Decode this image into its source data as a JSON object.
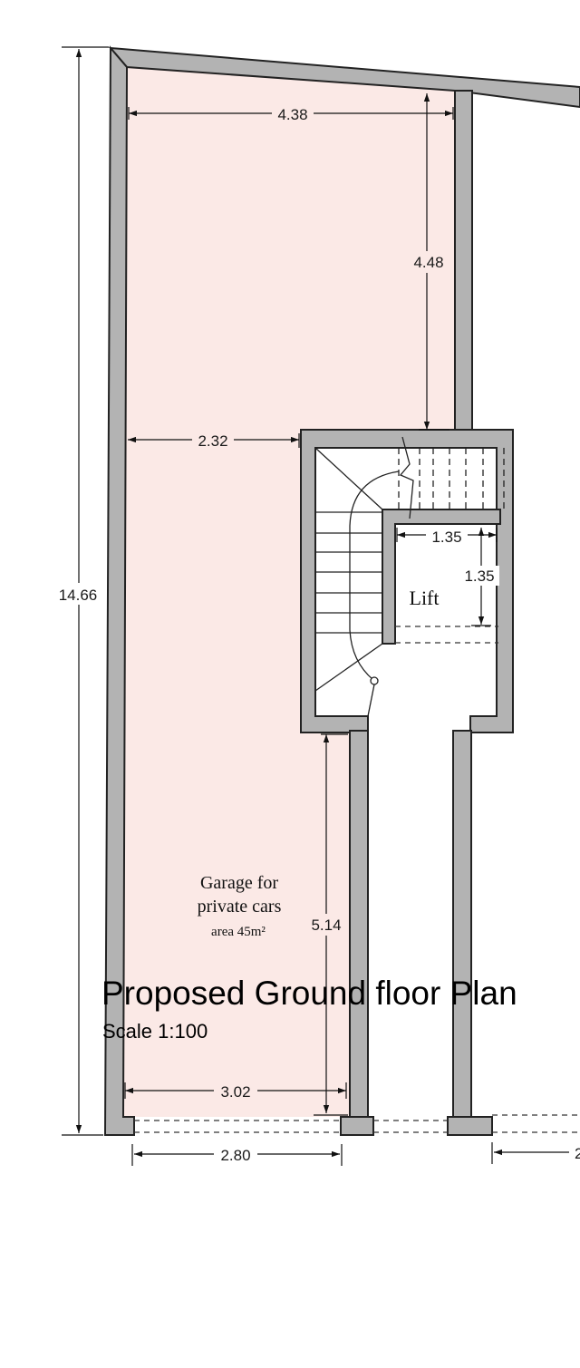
{
  "title": "Proposed Ground floor Plan",
  "scale": "Scale 1:100",
  "colors": {
    "wall_fill": "#b3b3b3",
    "wall_stroke": "#222222",
    "garage_fill": "#fbe9e6",
    "line": "#111111"
  },
  "rooms": {
    "garage": {
      "line1": "Garage for",
      "line2": "private cars",
      "line3": "area 45m²"
    },
    "lift": {
      "label": "Lift"
    }
  },
  "dimensions": {
    "total_length": "14.66",
    "top_width": "4.38",
    "right_depth": "4.48",
    "mid_width": "2.32",
    "lift_width": "1.35",
    "lift_depth": "1.35",
    "lower_depth": "5.14",
    "bottom_inner_width": "3.02",
    "opening_width": "2.80",
    "cut_off_right": "2"
  }
}
